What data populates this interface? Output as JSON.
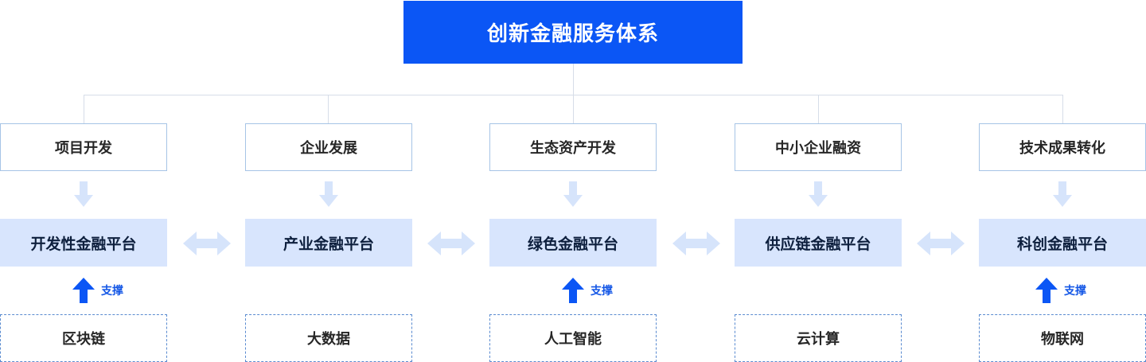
{
  "title": "创新金融服务体系",
  "columns": [
    {
      "goal": "项目开发",
      "platform": "开发性金融平台",
      "tech": "区块链",
      "support": "支撑"
    },
    {
      "goal": "企业发展",
      "platform": "产业金融平台",
      "tech": "大数据",
      "support": ""
    },
    {
      "goal": "生态资产开发",
      "platform": "绿色金融平台",
      "tech": "人工智能",
      "support": "支撑"
    },
    {
      "goal": "中小企业融资",
      "platform": "供应链金融平台",
      "tech": "云计算",
      "support": ""
    },
    {
      "goal": "技术成果转化",
      "platform": "科创金融平台",
      "tech": "物联网",
      "support": "支撑"
    }
  ],
  "colors": {
    "root_bg": "#0b56f5",
    "platform_bg": "#d8e5fd",
    "down_arrow": "#d6e4fb",
    "double_arrow": "#d6e4fb",
    "support_arrow": "#0b56f5",
    "connector": "#d6dde8"
  }
}
